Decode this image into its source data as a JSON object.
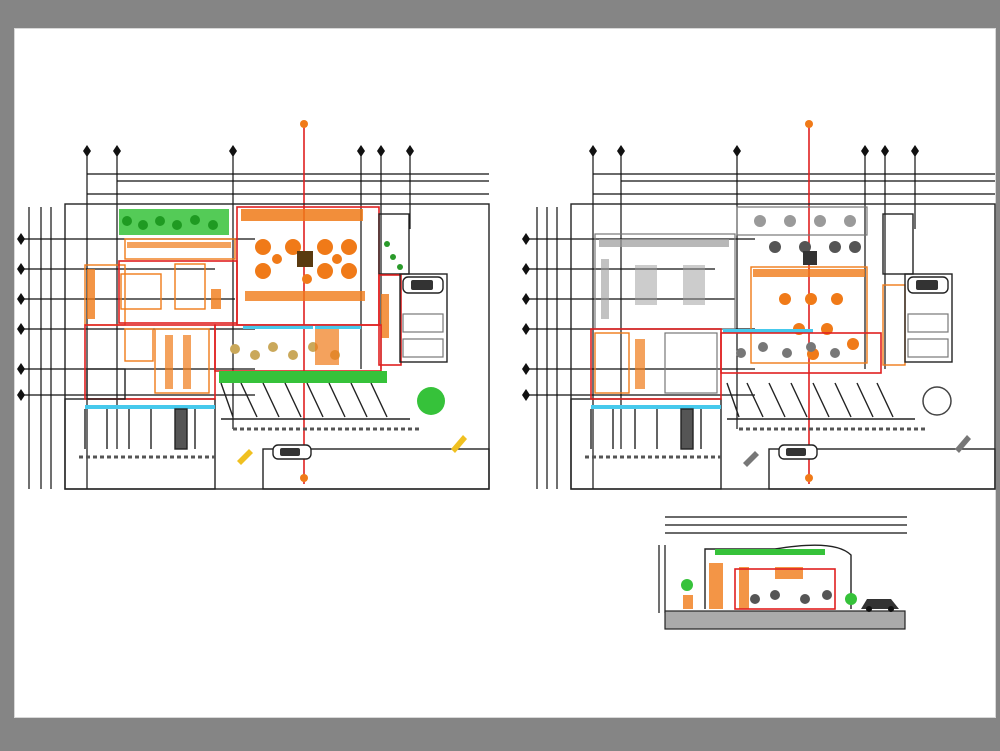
{
  "viewer": {
    "background_color": "#858585",
    "sheet_color": "#ffffff"
  },
  "plans": [
    {
      "name": "colored-floor-plan",
      "palette": [
        "#f07a18",
        "#e02020",
        "#36c23a",
        "#46c9ec",
        "#1a1a1a"
      ]
    },
    {
      "name": "grey-floor-plan",
      "palette": [
        "#9a9a9a",
        "#f07a18",
        "#e02020",
        "#1a1a1a"
      ]
    }
  ],
  "section": {
    "name": "building-section"
  },
  "icons": [
    "car-icon",
    "tree-icon",
    "north-arrow-icon",
    "table-set-icon",
    "grid-marker-icon"
  ]
}
